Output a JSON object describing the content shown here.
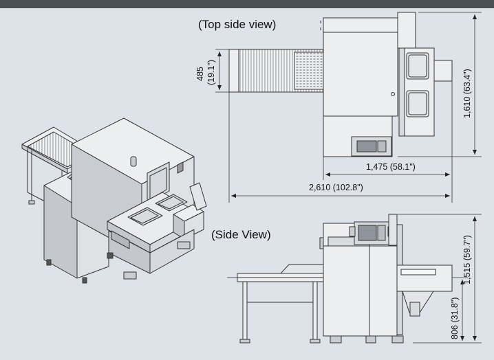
{
  "views": {
    "top_title": "(Top side view)",
    "side_title": "(Side View)"
  },
  "dimensions": {
    "width_485": "485",
    "width_485_in": "(19.1\")",
    "height_1610": "1,610 (63.4\")",
    "length_1475": "1,475 (58.1\")",
    "length_2610": "2,610 (102.8\")",
    "height_1515": "1,515 (59.7\")",
    "height_806": "806 (31.8\")"
  },
  "colors": {
    "background": "#dde3e8",
    "header_bar": "#4a4f55",
    "machine_fill": "#e9ebee",
    "machine_shade": "#c4c8cd",
    "line": "#333333"
  }
}
